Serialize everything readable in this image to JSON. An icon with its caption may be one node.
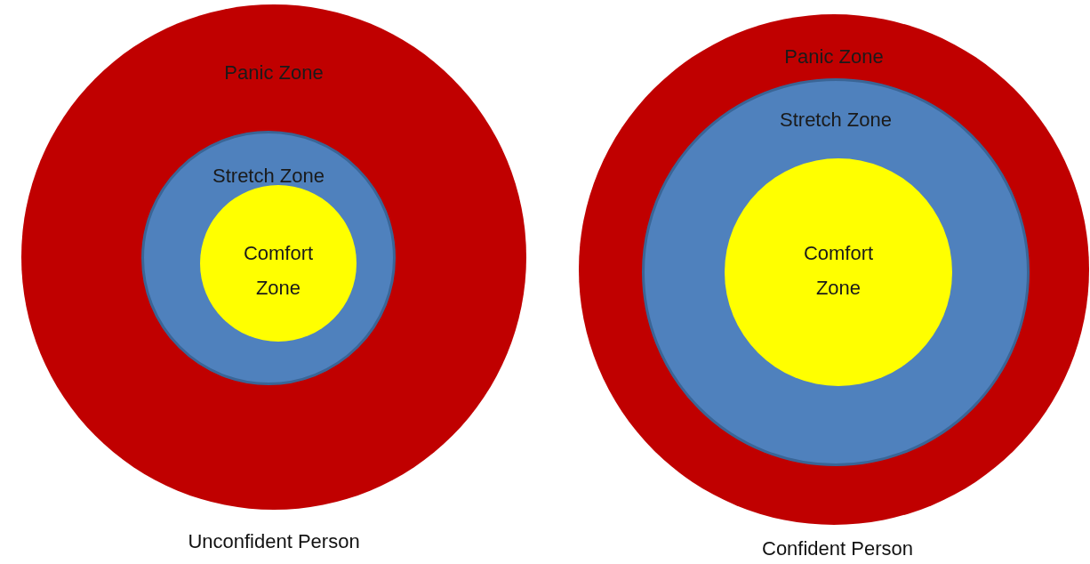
{
  "diagram": {
    "nodes": [
      {
        "text": [
          "Panic Zone"
        ],
        "beside": [
          "Unconfident Person"
        ]
      },
      {
        "text": [
          "Stretch Zone"
        ],
        "in": 0
      },
      {
        "text": [
          "Comfort Zone"
        ],
        "in": 1
      },
      {
        "text": [
          "Panic Zone"
        ],
        "beside": [
          "Confident Person"
        ]
      },
      {
        "text": [
          "Stretch Zone"
        ],
        "in": 3
      },
      {
        "text": [
          "Comfort Zone"
        ],
        "in": 4
      }
    ]
  }
}
